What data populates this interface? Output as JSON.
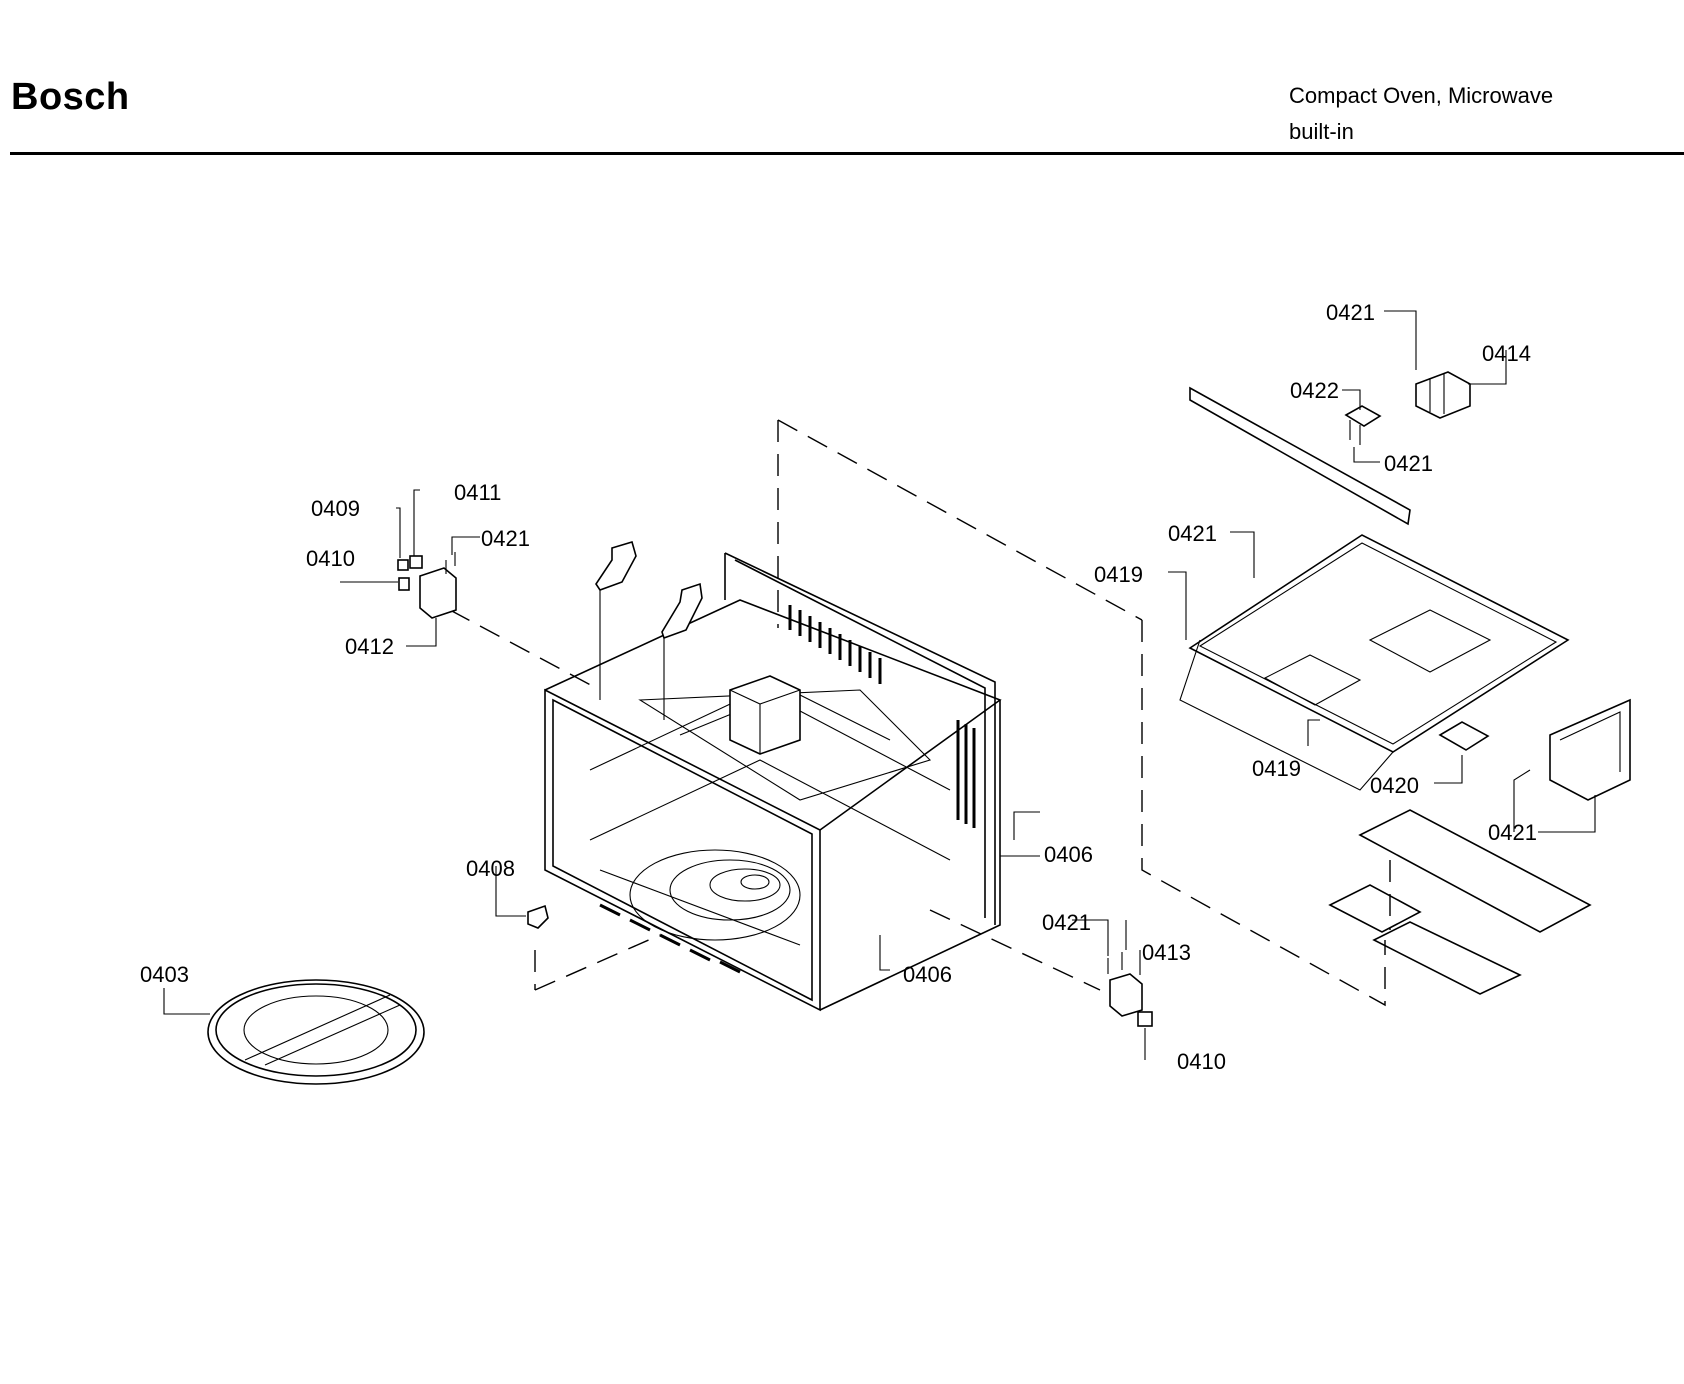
{
  "header": {
    "brand": "Bosch",
    "product_line1": "Compact Oven, Microwave",
    "product_line2": "built-in"
  },
  "parts": [
    {
      "id": "p0421a",
      "label": "0421"
    },
    {
      "id": "p0414",
      "label": "0414"
    },
    {
      "id": "p0422",
      "label": "0422"
    },
    {
      "id": "p0421b",
      "label": "0421"
    },
    {
      "id": "p0411",
      "label": "0411"
    },
    {
      "id": "p0409",
      "label": "0409"
    },
    {
      "id": "p0421c",
      "label": "0421"
    },
    {
      "id": "p0410a",
      "label": "0410"
    },
    {
      "id": "p0412",
      "label": "0412"
    },
    {
      "id": "p0421d",
      "label": "0421"
    },
    {
      "id": "p0419a",
      "label": "0419"
    },
    {
      "id": "p0419b",
      "label": "0419"
    },
    {
      "id": "p0420",
      "label": "0420"
    },
    {
      "id": "p0421e",
      "label": "0421"
    },
    {
      "id": "p0406a",
      "label": "0406"
    },
    {
      "id": "p0408",
      "label": "0408"
    },
    {
      "id": "p0421f",
      "label": "0421"
    },
    {
      "id": "p0413",
      "label": "0413"
    },
    {
      "id": "p0406b",
      "label": "0406"
    },
    {
      "id": "p0403",
      "label": "0403"
    },
    {
      "id": "p0410b",
      "label": "0410"
    }
  ]
}
